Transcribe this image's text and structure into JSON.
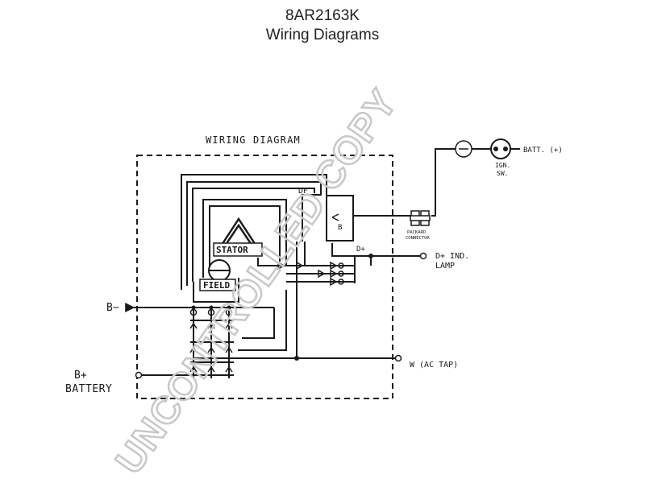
{
  "header": {
    "part_number": "8AR2163K",
    "subtitle": "Wiring Diagrams"
  },
  "diagram": {
    "box_title": "WIRING DIAGRAM",
    "labels": {
      "df": "DF",
      "stator": "STATOR",
      "field": "FIELD",
      "regulator_mark": "B",
      "b_minus": "B−",
      "b_plus": "B+",
      "battery": "BATTERY",
      "w_ac_tap": "W (AC TAP)",
      "d_plus_ind": "D+ IND.",
      "lamp": "LAMP",
      "d_plus_small": "D+",
      "batt_plus": "BATT. (+)",
      "ign": "IGN.",
      "sw": "SW.",
      "packard_1": "PACKARD",
      "packard_2": "CONNECTOR"
    },
    "watermark": "UNCONTROLLED COPY"
  }
}
